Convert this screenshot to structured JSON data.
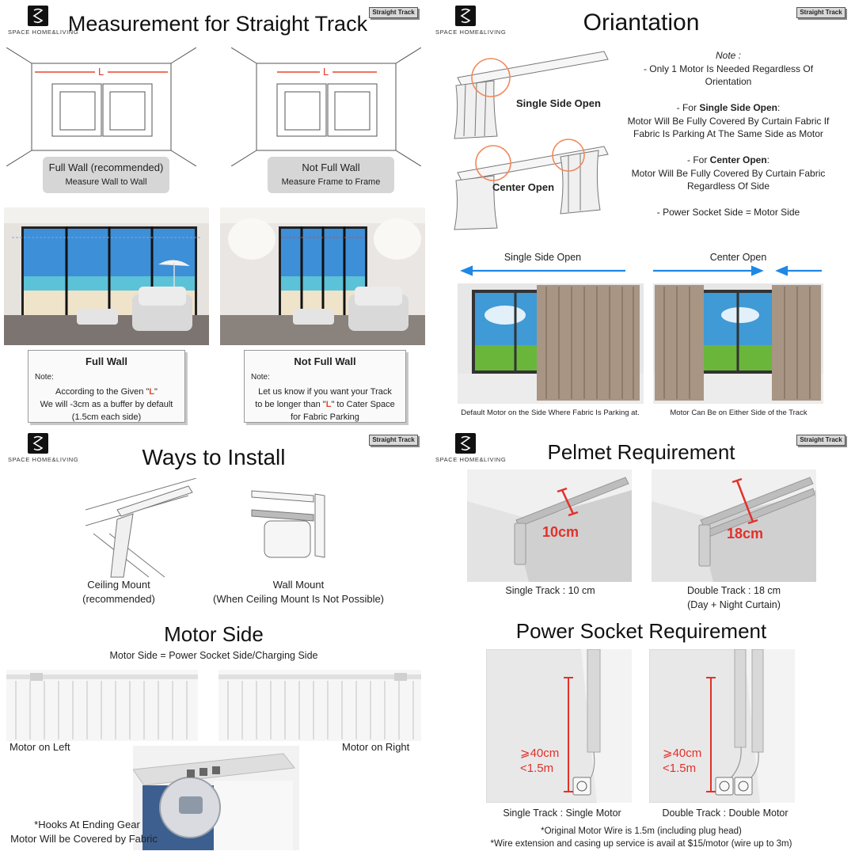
{
  "brand": {
    "logo_text": "SPACE HOME&LIVING",
    "badge": "Straight Track"
  },
  "colors": {
    "accent_red": "#e8452c",
    "arrow_blue": "#1e88e5",
    "circle_orange": "#f08a5d"
  },
  "measurement": {
    "title": "Measurement for Straight Track",
    "dim_label": "L",
    "full_wall": {
      "title": "Full Wall (recommended)",
      "sub": "Measure Wall to Wall"
    },
    "not_full_wall": {
      "title": "Not Full Wall",
      "sub": "Measure Frame to Frame"
    },
    "note_full": {
      "title": "Full Wall",
      "note": "Note:",
      "line1_a": "According to the Given \"",
      "line1_l": "L",
      "line1_b": "\"",
      "line2": "We will -3cm as a buffer by default",
      "line3": "(1.5cm each side)"
    },
    "note_not_full": {
      "title": "Not Full Wall",
      "note": "Note:",
      "line1": "Let us know if you want your Track",
      "line2_a": "to be longer than \"",
      "line2_l": "L",
      "line2_b": "\" to Cater Space",
      "line3": "for Fabric Parking"
    }
  },
  "orientation": {
    "title": "Oriantation",
    "single_label": "Single Side Open",
    "center_label": "Center Open",
    "note_head": "Note :",
    "note_line1": "- Only 1 Motor Is Needed Regardless Of",
    "note_line2": "Orientation",
    "single_prefix": "- For ",
    "single_bold": "Single Side Open",
    "single_suffix": ":",
    "single_line1": "Motor Will Be Fully Covered By Curtain Fabric If",
    "single_line2": "Fabric Is Parking At The Same Side as Motor",
    "center_prefix": "- For ",
    "center_bold": "Center Open",
    "center_suffix": ":",
    "center_line1": "Motor Will Be Fully Covered By Curtain Fabric",
    "center_line2": "Regardless Of Side",
    "power_line": "- Power Socket Side = Motor Side",
    "photo_single_title": "Single Side Open",
    "photo_center_title": "Center Open",
    "caption_single": "Default Motor on the Side Where Fabric Is Parking at.",
    "caption_center": "Motor Can Be on Either Side of the Track"
  },
  "install": {
    "title": "Ways to Install",
    "ceiling_line1": "Ceiling Mount",
    "ceiling_line2": "(recommended)",
    "wall_line1": "Wall Mount",
    "wall_line2": "(When Ceiling Mount Is Not Possible)"
  },
  "motor_side": {
    "title": "Motor Side",
    "subtitle": "Motor Side = Power Socket Side/Charging Side",
    "left_label": "Motor on Left",
    "right_label": "Motor on Right",
    "hooks_line1": "*Hooks At Ending Gear",
    "hooks_line2": "Motor Will be Covered by Fabric"
  },
  "pelmet": {
    "title": "Pelmet Requirement",
    "single_value": "10cm",
    "double_value": "18cm",
    "single_caption": "Single Track : 10 cm",
    "double_caption_line1": "Double Track : 18 cm",
    "double_caption_line2": "(Day + Night Curtain)"
  },
  "power": {
    "title": "Power Socket Requirement",
    "height_line1": "⩾40cm",
    "height_line2": "<1.5m",
    "single_caption": "Single Track : Single Motor",
    "double_caption": "Double Track : Double Motor",
    "footnote1": "*Original Motor Wire is 1.5m (including plug head)",
    "footnote2": "*Wire extension and casing up service is avail at $15/motor (wire up to 3m)"
  }
}
